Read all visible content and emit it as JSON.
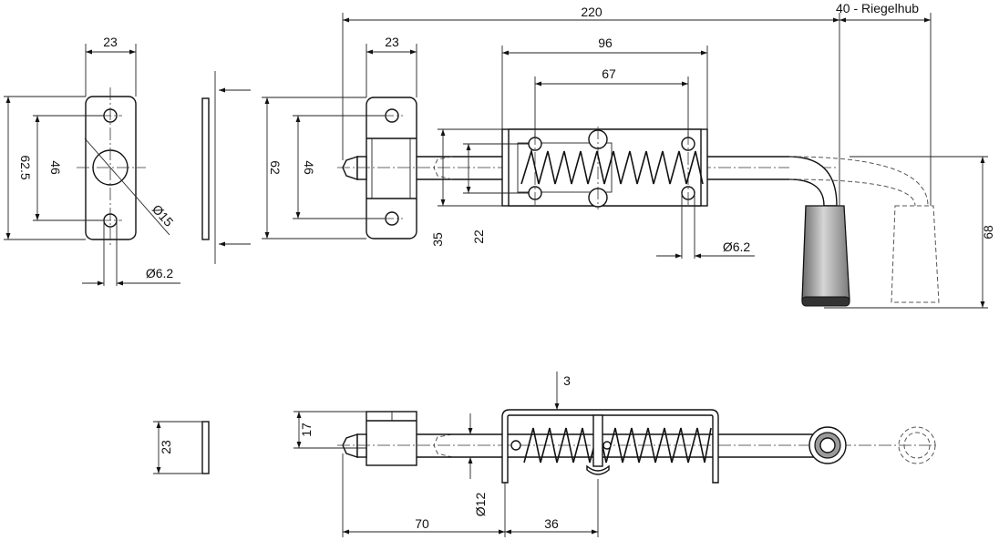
{
  "dimensions": {
    "side_plate_width": "23",
    "side_plate_height": "62.5",
    "side_plate_hole_spacing": "46",
    "side_plate_center_hole": "Ø15",
    "side_plate_hole_dia": "Ø6.2",
    "overall_length": "220",
    "throw": "40 - Riegelhub",
    "keeper_width": "23",
    "keeper_height": "62",
    "keeper_hole_spacing": "46",
    "housing_length": "96",
    "housing_hole_spacing": "67",
    "bolt_height_35": "35",
    "bolt_height_22": "22",
    "housing_hole_dia": "Ø6.2",
    "handle_height": "68",
    "plate_thickness": "23",
    "keeper_depth": "17",
    "spring_offset": "3",
    "bolt_dia": "Ø12",
    "distance_70": "70",
    "distance_36": "36"
  },
  "colors": {
    "line": "#111111",
    "grip_fill": "#aaaaaa",
    "background": "#ffffff"
  }
}
